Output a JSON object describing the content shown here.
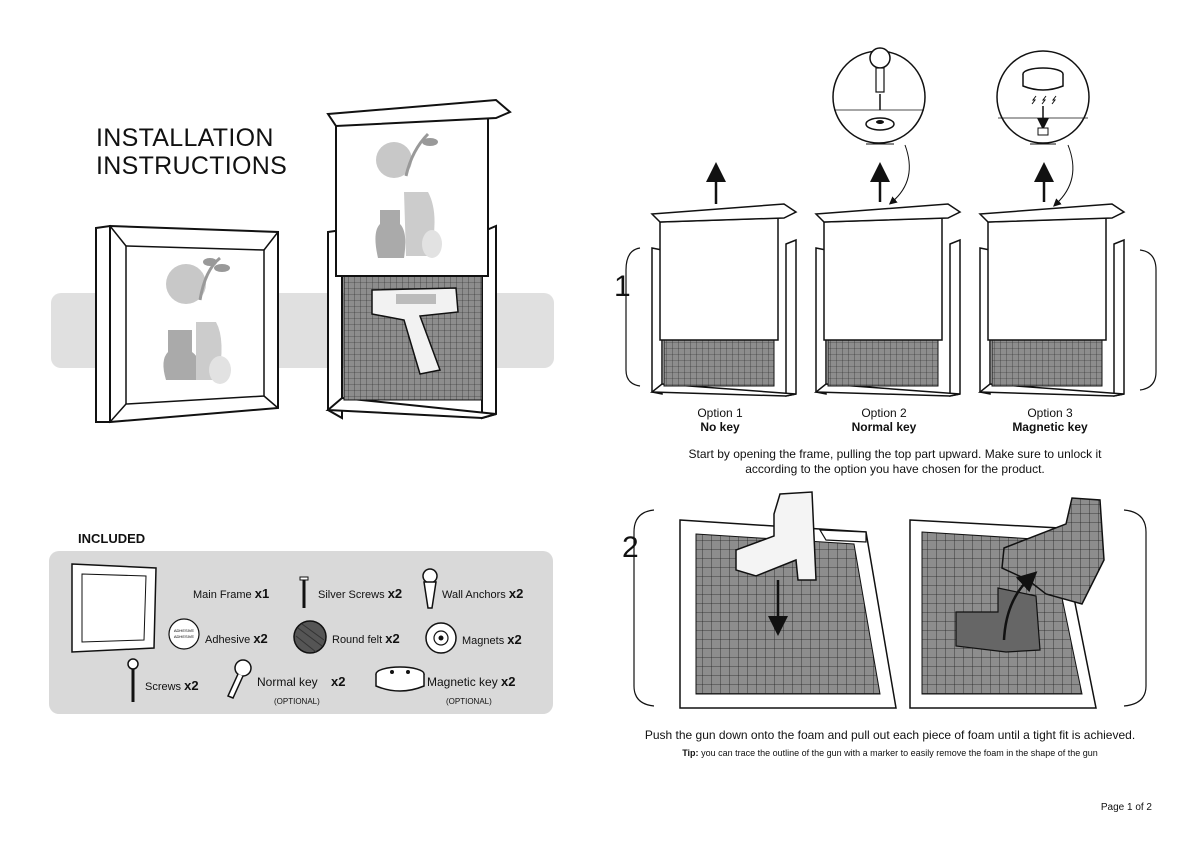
{
  "title": {
    "line1": "INSTALLATION",
    "line2": "INSTRUCTIONS"
  },
  "included": {
    "heading": "INCLUDED",
    "items": [
      {
        "name": "Main Frame",
        "qty": "x1"
      },
      {
        "name": "Silver Screws",
        "qty": "x2"
      },
      {
        "name": "Wall Anchors",
        "qty": "x2"
      },
      {
        "name": "Adhesive",
        "qty": "x2"
      },
      {
        "name": "Round felt",
        "qty": "x2"
      },
      {
        "name": "Magnets",
        "qty": "x2"
      },
      {
        "name": "Screws",
        "qty": "x2"
      },
      {
        "name": "Normal key",
        "qty": "x2",
        "note": "(OPTIONAL)"
      },
      {
        "name": "Magnetic key",
        "qty": "x2",
        "note": "(OPTIONAL)"
      }
    ]
  },
  "step1": {
    "number": "1",
    "options": [
      {
        "label": "Option 1",
        "name": "No key"
      },
      {
        "label": "Option 2",
        "name": "Normal key"
      },
      {
        "label": "Option 3",
        "name": "Magnetic key"
      }
    ],
    "caption_line1": "Start by opening the frame, pulling the top part upward. Make sure to unlock it",
    "caption_line2": "according to the option you have chosen for the product."
  },
  "step2": {
    "number": "2",
    "caption": "Push the gun down onto the foam and pull out each piece of foam until a tight fit is achieved.",
    "tip_label": "Tip:",
    "tip_text": "you can trace the outline of the gun with a marker to easily remove the foam in the shape of the gun"
  },
  "footer": {
    "page": "Page 1 of 2"
  },
  "colors": {
    "panel": "#d9d9d9",
    "foam": "#8a8a8a",
    "line": "#111111"
  }
}
